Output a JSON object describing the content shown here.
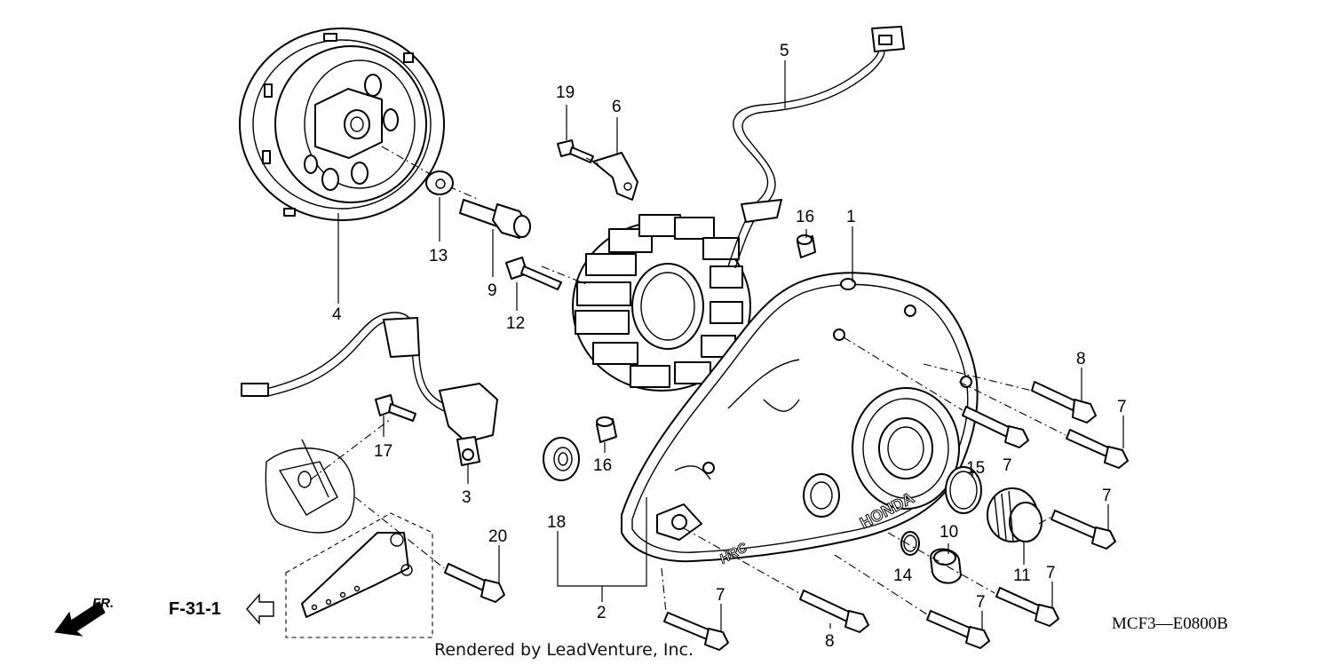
{
  "diagram": {
    "callouts": {
      "c1": "1",
      "c2": "2",
      "c3": "3",
      "c4": "4",
      "c5": "5",
      "c6": "6",
      "c7a": "7",
      "c7b": "7",
      "c7c": "7",
      "c7d": "7",
      "c7e": "7",
      "c7f": "7",
      "c8a": "8",
      "c8b": "8",
      "c9": "9",
      "c10": "10",
      "c11": "11",
      "c12": "12",
      "c13": "13",
      "c14": "14",
      "c15": "15",
      "c16a": "16",
      "c16b": "16",
      "c17": "17",
      "c18": "18",
      "c19": "19",
      "c20": "20"
    },
    "reference": "F-31-1",
    "direction": "FR.",
    "diagram_code": "MCF3—E0800B",
    "credit": "Rendered by LeadVenture, Inc.",
    "cover_lettering": "HONDA",
    "cover_badge": "HRC"
  }
}
